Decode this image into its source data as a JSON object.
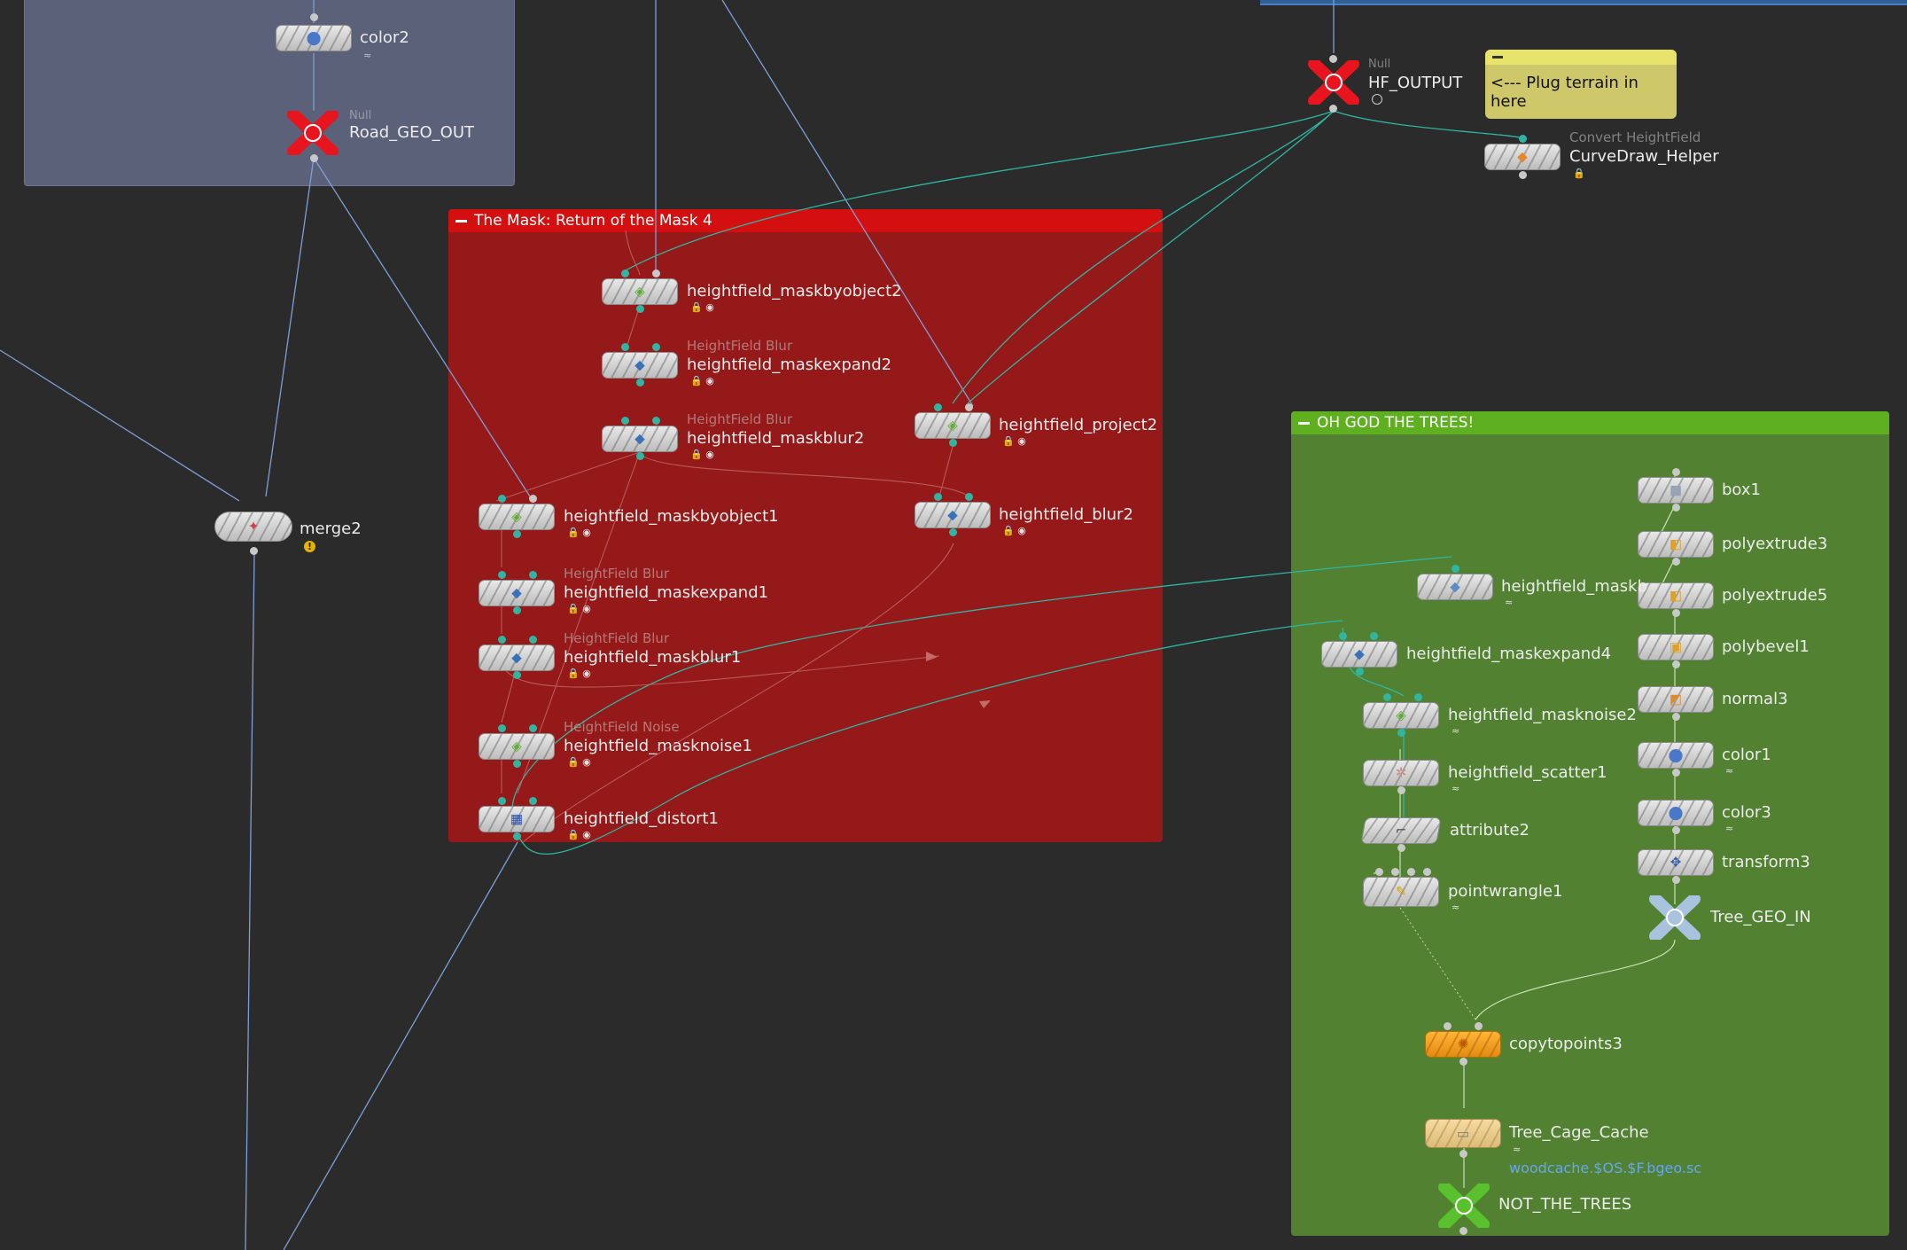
{
  "colors": {
    "background": "#2b2b2b",
    "mask_box": "#951919",
    "mask_box_header": "#d40f0f",
    "trees_box": "#528231",
    "trees_box_header": "#5fb020",
    "road_box": "#5b6178",
    "wire_blue": "#7e9ed6",
    "wire_teal": "#2fb5a2",
    "null_red": "#e8141e",
    "null_green": "#59c12e",
    "null_blue": "#a9c2de",
    "orange_node": "#f4a21d",
    "cache_node": "#ecd092"
  },
  "boxes": {
    "mask": {
      "title": "The Mask: Return of the Mask 4"
    },
    "trees": {
      "title": "OH GOD THE TREES!"
    },
    "road": {
      "title": ""
    }
  },
  "sticky_note": {
    "text": "<--- Plug terrain in here"
  },
  "nodes": {
    "color2": {
      "label": "color2",
      "icon": "paint-bucket-icon"
    },
    "road_geo_out": {
      "label": "Road_GEO_OUT",
      "type": "Null",
      "icon": "null-cross-icon"
    },
    "merge2": {
      "label": "merge2",
      "icon": "merge-icon"
    },
    "hf_output": {
      "label": "HF_OUTPUT",
      "type": "Null",
      "icon": "null-cross-icon"
    },
    "curvedraw_helper": {
      "label": "CurveDraw_Helper",
      "type": "Convert HeightField",
      "icon": "heightfield-convert-icon"
    },
    "hf_maskbyobject2": {
      "label": "heightfield_maskbyobject2",
      "icon": "heightfield-mask-icon"
    },
    "hf_maskexpand2": {
      "label": "heightfield_maskexpand2",
      "type": "HeightField Blur",
      "icon": "heightfield-icon"
    },
    "hf_maskblur2": {
      "label": "heightfield_maskblur2",
      "type": "HeightField Blur",
      "icon": "heightfield-icon"
    },
    "hf_project2": {
      "label": "heightfield_project2",
      "icon": "heightfield-mask-icon"
    },
    "hf_maskbyobject1": {
      "label": "heightfield_maskbyobject1",
      "icon": "heightfield-mask-icon"
    },
    "hf_blur2": {
      "label": "heightfield_blur2",
      "icon": "heightfield-icon"
    },
    "hf_maskexpand1": {
      "label": "heightfield_maskexpand1",
      "type": "HeightField Blur",
      "icon": "heightfield-icon"
    },
    "hf_maskblur1": {
      "label": "heightfield_maskblur1",
      "type": "HeightField Blur",
      "icon": "heightfield-icon"
    },
    "hf_masknoise1": {
      "label": "heightfield_masknoise1",
      "type": "HeightField Noise",
      "icon": "heightfield-noise-icon"
    },
    "hf_distort1": {
      "label": "heightfield_distort1",
      "icon": "heightfield-distort-icon"
    },
    "box1": {
      "label": "box1",
      "icon": "box-icon"
    },
    "polyextrude3": {
      "label": "polyextrude3",
      "icon": "polyextrude-icon"
    },
    "polyextrude5": {
      "label": "polyextrude5",
      "icon": "polyextrude-icon"
    },
    "polybevel1": {
      "label": "polybevel1",
      "icon": "polybevel-icon"
    },
    "normal3": {
      "label": "normal3",
      "icon": "normal-icon"
    },
    "color1": {
      "label": "color1",
      "icon": "paint-bucket-icon"
    },
    "color3": {
      "label": "color3",
      "icon": "paint-bucket-icon"
    },
    "transform3": {
      "label": "transform3",
      "icon": "transform-icon"
    },
    "tree_geo_in": {
      "label": "Tree_GEO_IN",
      "icon": "null-cross-icon"
    },
    "hf_maskby": {
      "label": "heightfield_maskby",
      "icon": "heightfield-mask-icon"
    },
    "hf_maskexpand4": {
      "label": "heightfield_maskexpand4",
      "icon": "heightfield-icon"
    },
    "hf_masknoise2": {
      "label": "heightfield_masknoise2",
      "icon": "heightfield-noise-icon"
    },
    "hf_scatter1": {
      "label": "heightfield_scatter1",
      "icon": "scatter-icon"
    },
    "attribute2": {
      "label": "attribute2",
      "icon": "attribute-icon"
    },
    "pointwrangle1": {
      "label": "pointwrangle1",
      "icon": "wrangle-icon"
    },
    "copytopoints3": {
      "label": "copytopoints3",
      "icon": "copy-icon"
    },
    "tree_cage_cache": {
      "label": "Tree_Cage_Cache",
      "icon": "file-cache-icon",
      "param": "woodcache.$OS.$F.bgeo.sc"
    },
    "not_the_trees": {
      "label": "NOT_THE_TREES",
      "icon": "null-cross-icon"
    }
  }
}
